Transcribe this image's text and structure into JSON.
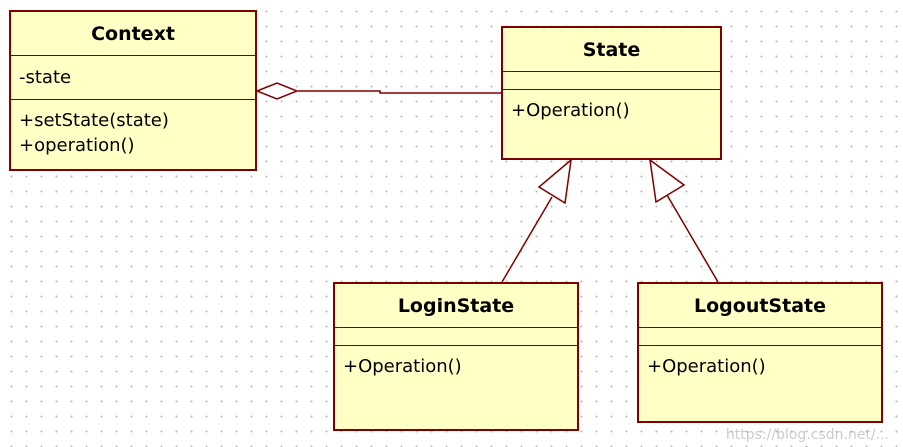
{
  "classes": {
    "context": {
      "name": "Context",
      "attributes": [
        "-state"
      ],
      "operations": [
        "+setState(state)",
        "+operation()"
      ]
    },
    "state": {
      "name": "State",
      "attributes": [],
      "operations": [
        "+Operation()"
      ]
    },
    "login_state": {
      "name": "LoginState",
      "attributes": [],
      "operations": [
        "+Operation()"
      ]
    },
    "logout_state": {
      "name": "LogoutState",
      "attributes": [],
      "operations": [
        "+Operation()"
      ]
    }
  },
  "relationships": [
    {
      "type": "aggregation",
      "from": "Context",
      "to": "State"
    },
    {
      "type": "generalization",
      "from": "LoginState",
      "to": "State"
    },
    {
      "type": "generalization",
      "from": "LogoutState",
      "to": "State"
    }
  ],
  "colors": {
    "border": "#800000",
    "fill": "#ffffc6",
    "background": "#ffffff",
    "grid_dots": "#b9b9b9"
  },
  "watermark": "https://blog.csdn.net/..."
}
